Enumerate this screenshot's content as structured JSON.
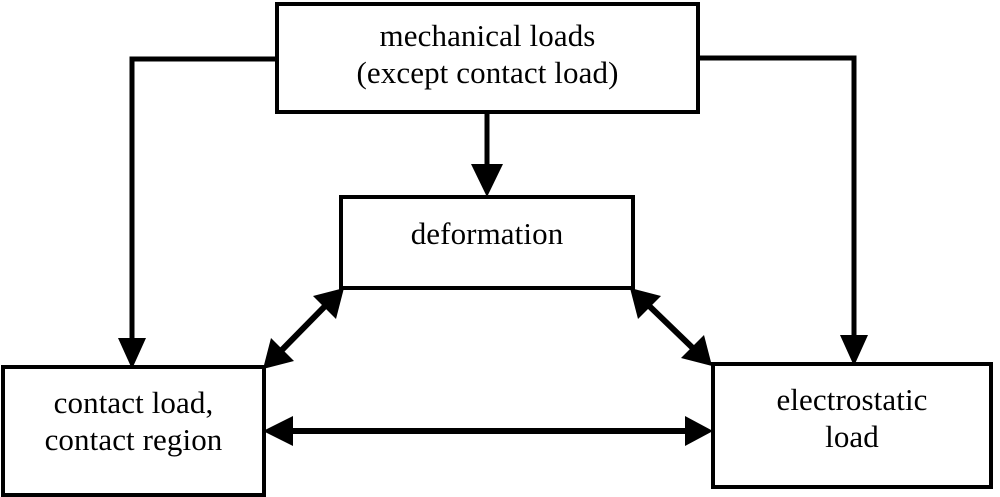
{
  "diagram": {
    "type": "block-flow-diagram",
    "background_color": "#ffffff",
    "stroke_color": "#000000",
    "text_color": "#000000",
    "nodes": [
      {
        "id": "mechanical-loads",
        "lines": [
          "mechanical loads",
          "(except contact load)"
        ],
        "shape": "rectangle"
      },
      {
        "id": "deformation",
        "lines": [
          "deformation"
        ],
        "shape": "rectangle"
      },
      {
        "id": "contact",
        "lines": [
          "contact load,",
          "contact region"
        ],
        "shape": "rectangle"
      },
      {
        "id": "electrostatic",
        "lines": [
          "electrostatic",
          "load"
        ],
        "shape": "rectangle"
      }
    ],
    "edges": [
      {
        "id": "mechanical-to-contact",
        "from": "mechanical-loads",
        "to": "contact",
        "style": "elbow",
        "arrowheads": "end"
      },
      {
        "id": "mechanical-to-deformation",
        "from": "mechanical-loads",
        "to": "deformation",
        "style": "straight-vertical",
        "arrowheads": "end"
      },
      {
        "id": "mechanical-to-electrostatic",
        "from": "mechanical-loads",
        "to": "electrostatic",
        "style": "elbow",
        "arrowheads": "end"
      },
      {
        "id": "deformation-contact",
        "from": "deformation",
        "to": "contact",
        "style": "diagonal",
        "arrowheads": "both"
      },
      {
        "id": "deformation-electrostatic",
        "from": "deformation",
        "to": "electrostatic",
        "style": "diagonal",
        "arrowheads": "both"
      },
      {
        "id": "contact-electrostatic",
        "from": "contact",
        "to": "electrostatic",
        "style": "straight-horizontal",
        "arrowheads": "both"
      }
    ]
  }
}
